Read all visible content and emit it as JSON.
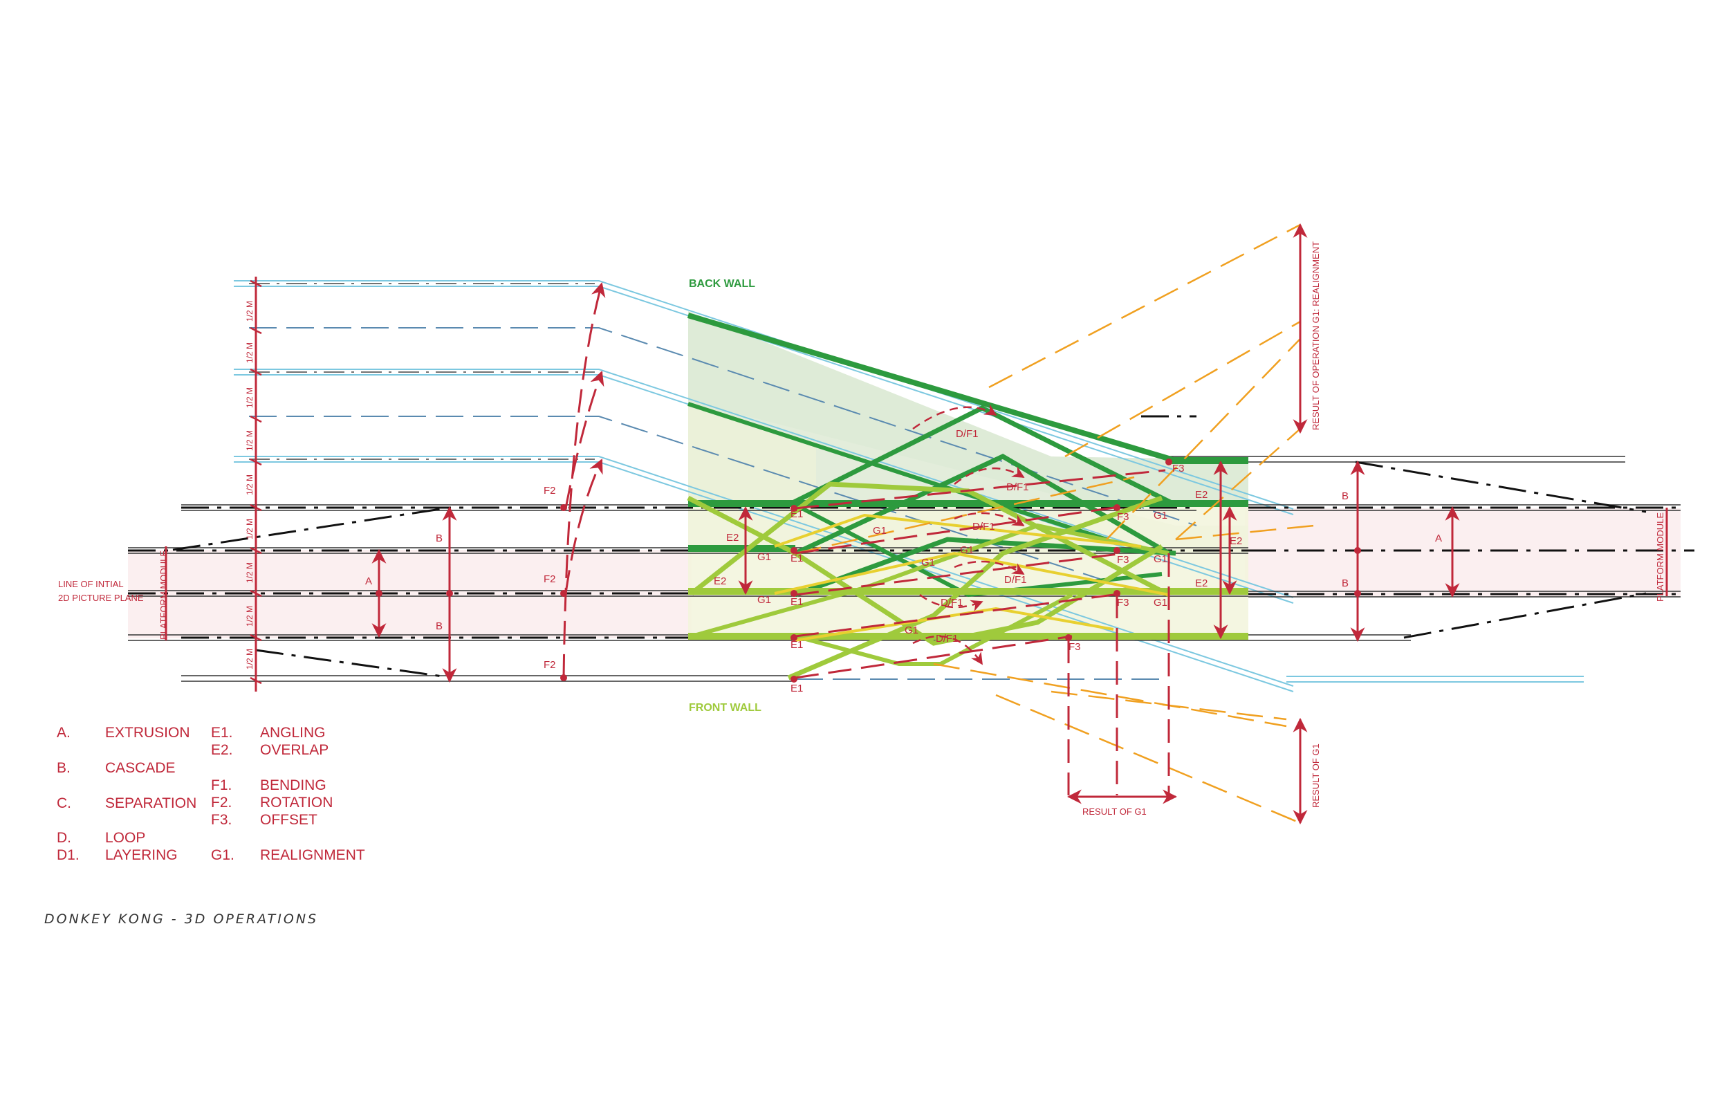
{
  "title": "DONKEY KONG - 3D OPERATIONS",
  "labels": {
    "back_wall": "BACK WALL",
    "front_wall": "FRONT WALL",
    "line_initial_1": "LINE OF INTIAL",
    "line_initial_2": "2D PICTURE PLANE",
    "platform_module": "PLATFORM MODULE",
    "half_m": "1/2 M",
    "result_g1_realignment": "RESULT OF OPERATION G1: REALIGNMENT",
    "result_of_g1": "RESULT OF  G1",
    "a": "A",
    "b": "B",
    "e1": "E1",
    "e2": "E2",
    "f2": "F2",
    "f3": "F3",
    "g1": "G1",
    "df1": "D/F1"
  },
  "legend": [
    {
      "code": "A.",
      "name": "EXTRUSION"
    },
    {
      "code": "B.",
      "name": "CASCADE"
    },
    {
      "code": "C.",
      "name": "SEPARATION"
    },
    {
      "code": "D.",
      "name": "LOOP"
    },
    {
      "code": "D1.",
      "name": "LAYERING"
    },
    {
      "code": "E1.",
      "name": "ANGLING"
    },
    {
      "code": "E2.",
      "name": "OVERLAP"
    },
    {
      "code": "F1.",
      "name": "BENDING"
    },
    {
      "code": "F2.",
      "name": "ROTATION"
    },
    {
      "code": "F3.",
      "name": "OFFSET"
    },
    {
      "code": "G1.",
      "name": "REALIGNMENT"
    }
  ],
  "colors": {
    "red": "#c0283a",
    "dark_green": "#2d9a3e",
    "light_green": "#9fca3c",
    "orange": "#f0a020",
    "light_blue": "#7cc8e0",
    "steel_blue": "#5a8ab0",
    "pink_fill": "#fbeff0",
    "green_fill": "#d8e8d0",
    "cream_fill": "#f4f6dc"
  }
}
